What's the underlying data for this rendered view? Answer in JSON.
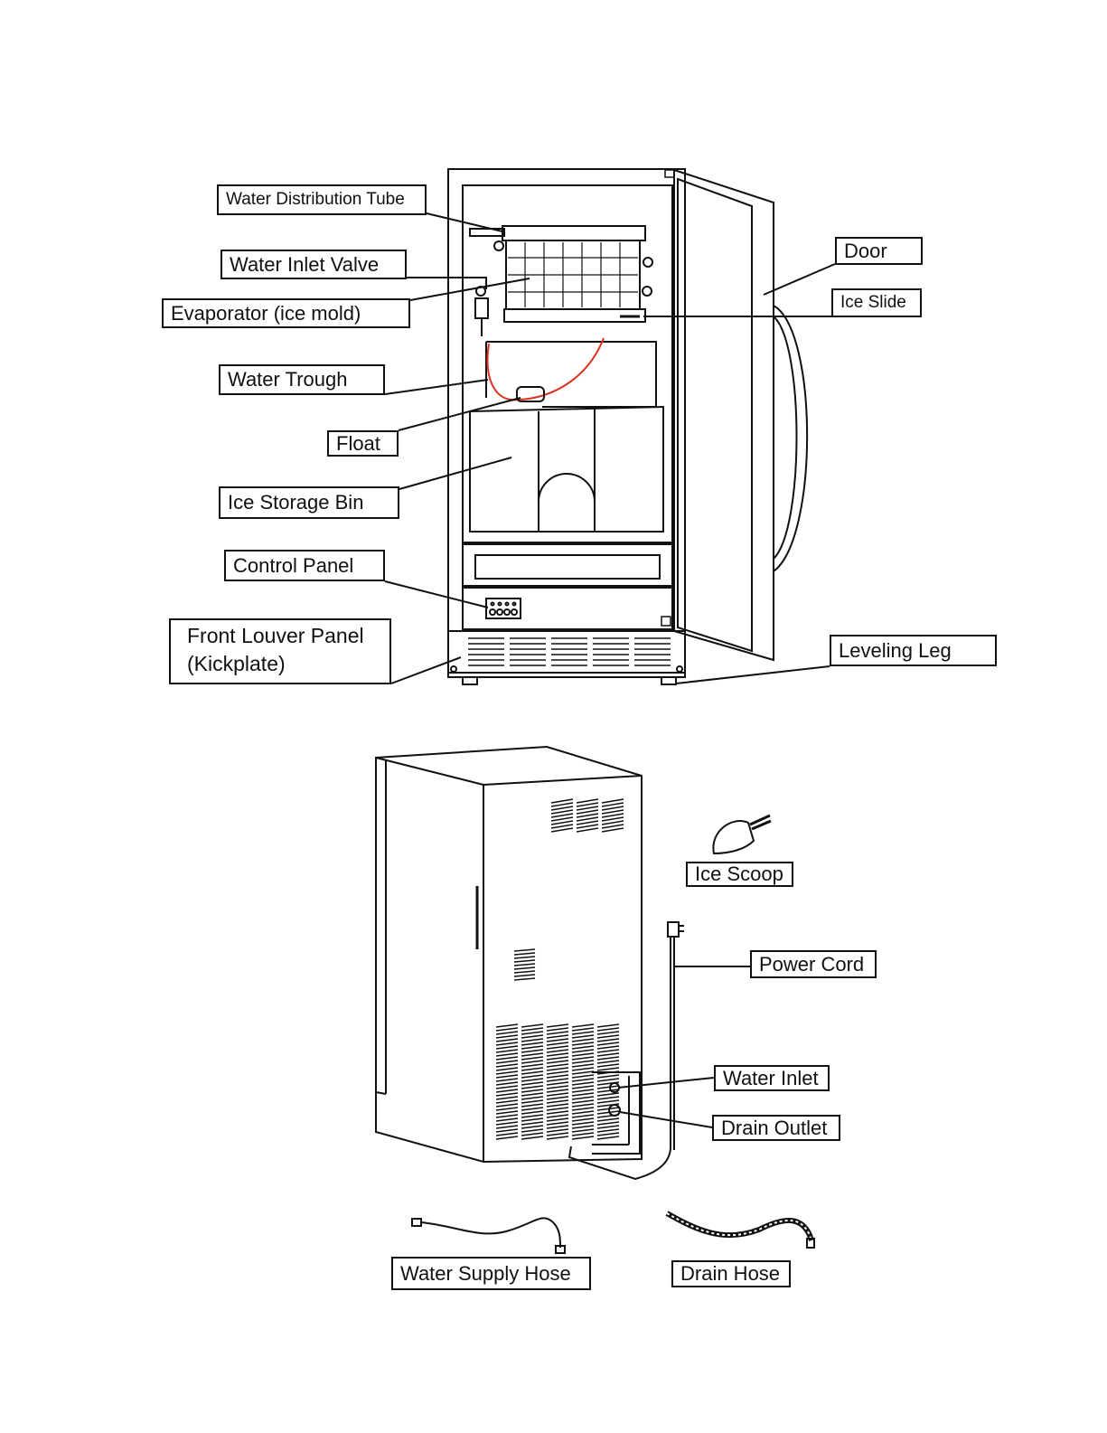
{
  "front_view": {
    "labels": {
      "water_distribution_tube": "Water Distribution Tube",
      "water_inlet_valve": "Water Inlet Valve",
      "evaporator": "Evaporator (ice mold)",
      "water_trough": "Water Trough",
      "float": "Float",
      "ice_storage_bin": "Ice Storage Bin",
      "control_panel": "Control Panel",
      "front_louver_panel_line1": "Front Louver Panel",
      "front_louver_panel_line2": "(Kickplate)",
      "door": "Door",
      "ice_slide": "Ice Slide",
      "leveling_leg": "Leveling Leg"
    }
  },
  "rear_view": {
    "labels": {
      "ice_scoop": "Ice Scoop",
      "power_cord": "Power Cord",
      "water_inlet": "Water Inlet",
      "drain_outlet": "Drain Outlet",
      "water_supply_hose": "Water Supply Hose",
      "drain_hose": "Drain Hose"
    }
  },
  "colors": {
    "line": "#111111",
    "float_wire": "#e0301e",
    "background": "#ffffff"
  }
}
